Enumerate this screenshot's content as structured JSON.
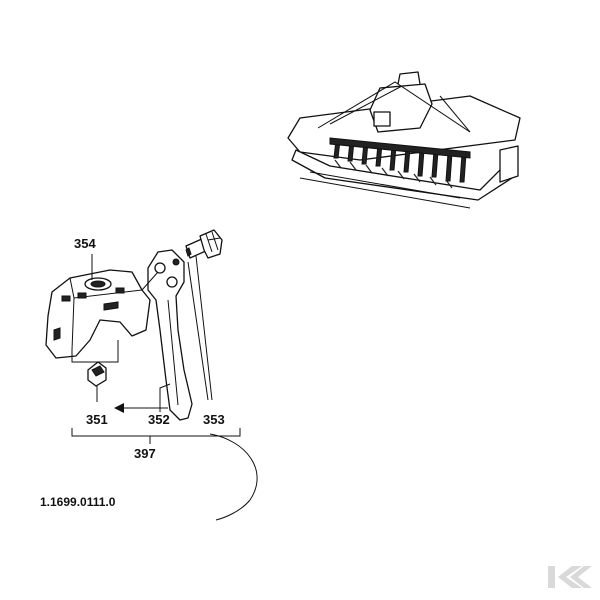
{
  "labels": {
    "part_354": "354",
    "part_351": "351",
    "part_352": "352",
    "part_353": "353",
    "assembly_397": "397",
    "reference_number": "1.1699.0111.0"
  },
  "icons": {
    "logo": "brand-logo-icon",
    "machine": "power-harrow-machine-illustration"
  },
  "colors": {
    "line": "#111111",
    "logo": "#d9d9d9"
  }
}
